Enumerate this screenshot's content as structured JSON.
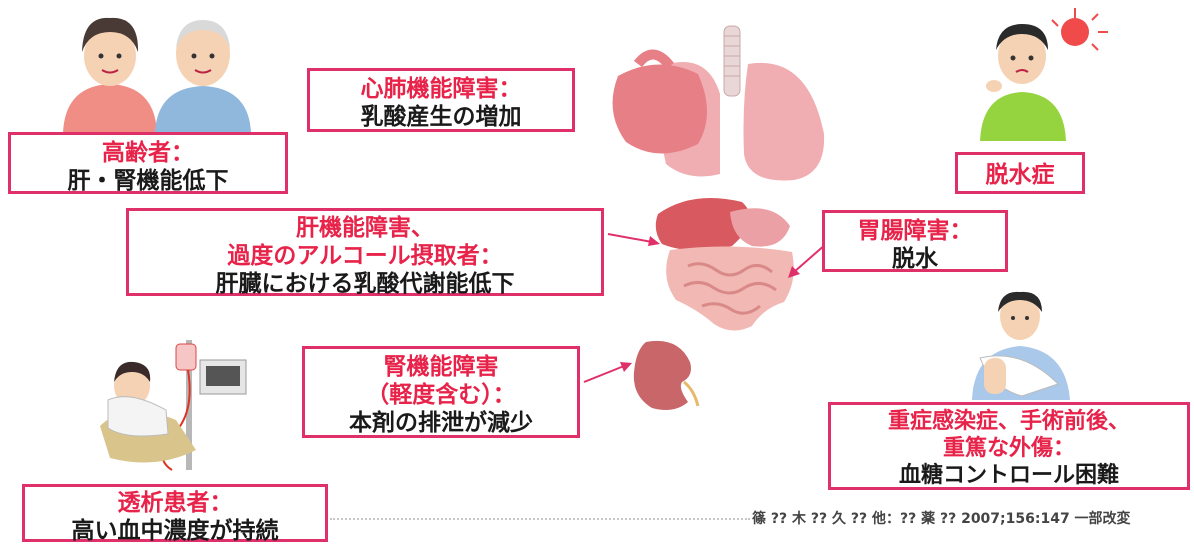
{
  "boxes": {
    "elderly": {
      "title": "高齢者：",
      "body": "肝・腎機能低下"
    },
    "cardio": {
      "title": "心肺機能障害：",
      "body": "乳酸産生の増加"
    },
    "dehydration": {
      "title": "脱水症"
    },
    "liver": {
      "title_line1": "肝機能障害、",
      "title_line2": "過度のアルコール摂取者：",
      "body": "肝臓における乳酸代謝能低下"
    },
    "gastro": {
      "title": "胃腸障害：",
      "body": "脱水"
    },
    "kidney": {
      "title_line1": "腎機能障害",
      "title_line2": "（軽度含む）：",
      "body": "本剤の排泄が減少"
    },
    "dialysis": {
      "title": "透析患者：",
      "body": "高い血中濃度が持続"
    },
    "critical": {
      "title_line1": "重症感染症、手術前後、",
      "title_line2": "重篤な外傷：",
      "body": "血糖コントロール困難"
    }
  },
  "citation": "篠 ?? 木 ?? 久 ?? 他：?? 薬 ?? 2007;156:147 一部改変",
  "colors": {
    "border": "#e0306a",
    "title": "#e8234a",
    "text": "#1a1a1a"
  }
}
